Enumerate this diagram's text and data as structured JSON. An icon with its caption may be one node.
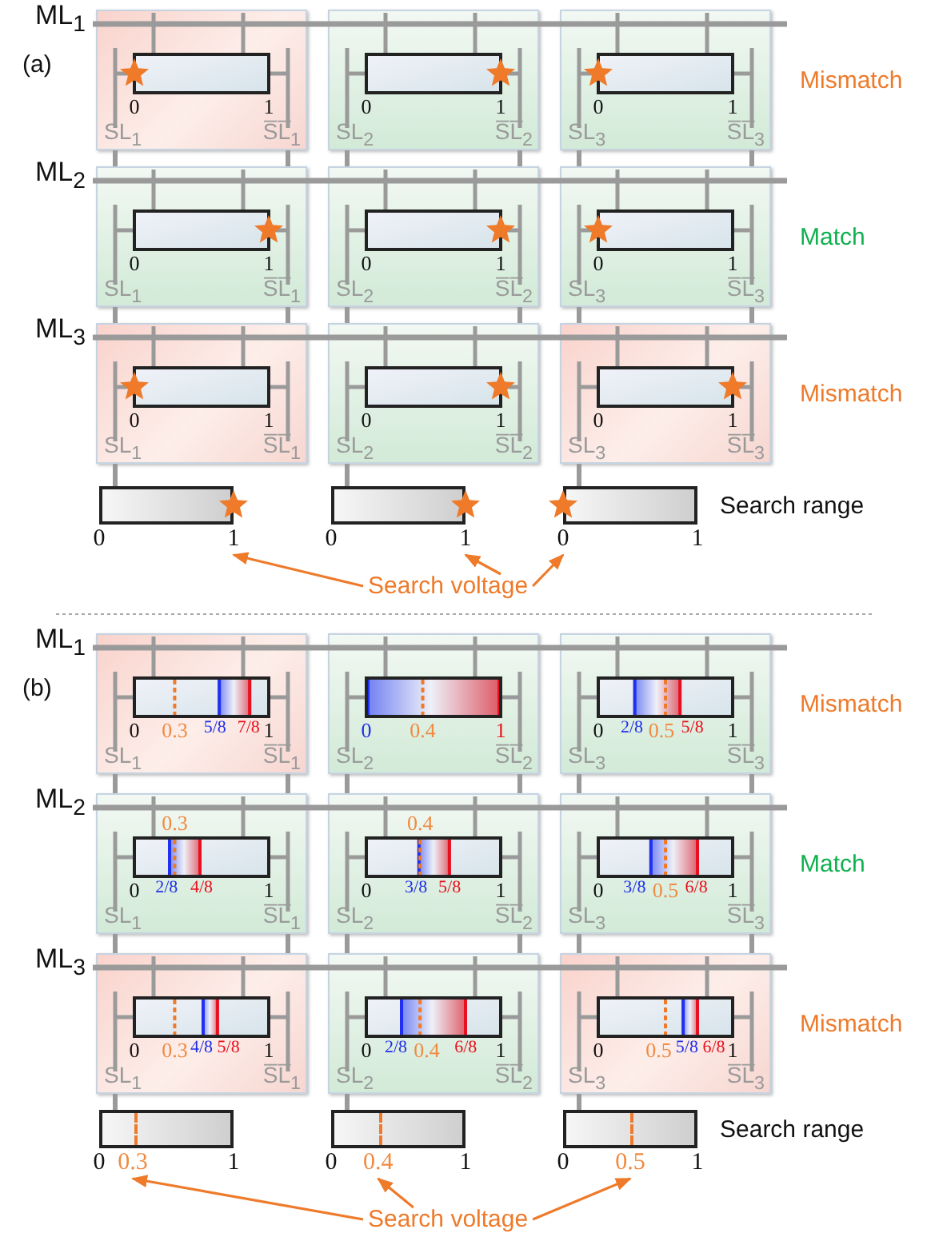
{
  "diagram": {
    "nodes": [
      {
        "text": [
          "0",
          "1",
          "SL$_{1}$",
          "S̅L̅$_{1}$"
        ]
      },
      {
        "text": [
          "0",
          "1",
          "SL$_{2}$",
          "S̅L̅$_{2}$"
        ]
      },
      {
        "text": [
          "0",
          "1",
          "SL$_{3}$",
          "S̅L̅$_{3}$"
        ]
      },
      {
        "text": [
          "0",
          "1",
          "SL$_{1}$",
          "S̅L̅$_{1}$"
        ]
      },
      {
        "text": [
          "0",
          "1",
          "SL$_{2}$",
          "S̅L̅$_{2}$"
        ]
      },
      {
        "text": [
          "0",
          "1",
          "SL$_{3}$",
          "S̅L̅$_{3}$"
        ]
      },
      {
        "text": [
          "0",
          "1",
          "SL$_{1}$",
          "S̅L̅$_{1}$"
        ]
      },
      {
        "text": [
          "0",
          "1",
          "SL$_{2}$",
          "S̅L̅$_{2}$"
        ]
      },
      {
        "text": [
          "0",
          "1",
          "SL$_{3}$",
          "S̅L̅$_{3}$"
        ]
      },
      {
        "text": [
          "0",
          "1"
        ]
      },
      {
        "text": [
          "0",
          "1"
        ]
      },
      {
        "text": [
          "0",
          "1"
        ]
      },
      {
        "text": [
          "Search voltage"
        ]
      },
      {
        "text": [
          "0",
          "0.3",
          "5/8",
          "7/8",
          "1",
          "SL$_{1}$",
          "S̅L̅$_{1}$"
        ]
      },
      {
        "text": [
          "0",
          "0.4",
          "1",
          "SL$_{2}$",
          "S̅L̅$_{2}$"
        ]
      },
      {
        "text": [
          "0",
          "2/8",
          "0.5",
          "5/8",
          "1",
          "SL$_{3}$",
          "S̅L̅$_{3}$"
        ]
      },
      {
        "text": [
          "0.3",
          "0",
          "2/8",
          "4/8",
          "1",
          "SL$_{1}$",
          "S̅L̅$_{1}$"
        ]
      },
      {
        "text": [
          "0.4",
          "0",
          "3/8",
          "5/8",
          "1",
          "SL$_{2}$",
          "S̅L̅$_{2}$"
        ]
      },
      {
        "text": [
          "0",
          "3/8",
          "0.5",
          "6/8",
          "1",
          "SL$_{3}$",
          "S̅L̅$_{3}$"
        ]
      },
      {
        "text": [
          "0",
          "0.3",
          "4/8",
          "5/8",
          "1",
          "SL$_{1}$",
          "S̅L̅$_{1}$"
        ]
      },
      {
        "text": [
          "0",
          "2/8",
          "0.4",
          "6/8",
          "1",
          "SL$_{2}$",
          "S̅L̅$_{2}$"
        ]
      },
      {
        "text": [
          "0",
          "0.5",
          "5/8",
          "6/8",
          "1",
          "SL$_{3}$",
          "S̅L̅$_{3}$"
        ]
      },
      {
        "text": [
          "0",
          "0.3",
          "1"
        ]
      },
      {
        "text": [
          "0",
          "0.4",
          "1"
        ]
      },
      {
        "text": [
          "0",
          "0.5",
          "1"
        ]
      },
      {
        "text": [
          "Search voltage"
        ]
      }
    ],
    "edges": [
      {
        "from": 12,
        "to": 9,
        "arrow": "to",
        "color": "#ee7a2a"
      },
      {
        "from": 12,
        "to": 10,
        "arrow": "to",
        "color": "#ee7a2a"
      },
      {
        "from": 12,
        "to": 11,
        "arrow": "to",
        "color": "#ee7a2a"
      },
      {
        "from": 25,
        "to": 22,
        "arrow": "to",
        "color": "#ee7a2a"
      },
      {
        "from": 25,
        "to": 23,
        "arrow": "to",
        "color": "#ee7a2a"
      },
      {
        "from": 25,
        "to": 24,
        "arrow": "to",
        "color": "#ee7a2a"
      },
      {
        "from": 0,
        "to": 3,
        "arrow": "none"
      },
      {
        "from": 0,
        "to": 3,
        "arrow": "none"
      },
      {
        "from": 3,
        "to": 6,
        "arrow": "none"
      },
      {
        "from": 3,
        "to": 6,
        "arrow": "none"
      },
      {
        "from": 6,
        "to": 9,
        "arrow": "none"
      },
      {
        "from": 1,
        "to": 4,
        "arrow": "none"
      },
      {
        "from": 1,
        "to": 4,
        "arrow": "none"
      },
      {
        "from": 4,
        "to": 7,
        "arrow": "none"
      },
      {
        "from": 4,
        "to": 7,
        "arrow": "none"
      },
      {
        "from": 7,
        "to": 10,
        "arrow": "none"
      },
      {
        "from": 2,
        "to": 5,
        "arrow": "none"
      },
      {
        "from": 2,
        "to": 5,
        "arrow": "none"
      },
      {
        "from": 5,
        "to": 8,
        "arrow": "none"
      },
      {
        "from": 5,
        "to": 8,
        "arrow": "none"
      },
      {
        "from": 8,
        "to": 11,
        "arrow": "none"
      },
      {
        "from": 13,
        "to": 16,
        "arrow": "none"
      },
      {
        "from": 13,
        "to": 16,
        "arrow": "none"
      },
      {
        "from": 16,
        "to": 19,
        "arrow": "none"
      },
      {
        "from": 16,
        "to": 19,
        "arrow": "none"
      },
      {
        "from": 19,
        "to": 22,
        "arrow": "none"
      },
      {
        "from": 14,
        "to": 17,
        "arrow": "none"
      },
      {
        "from": 14,
        "to": 17,
        "arrow": "none"
      },
      {
        "from": 17,
        "to": 20,
        "arrow": "none"
      },
      {
        "from": 17,
        "to": 20,
        "arrow": "none"
      },
      {
        "from": 20,
        "to": 23,
        "arrow": "none"
      },
      {
        "from": 15,
        "to": 18,
        "arrow": "none"
      },
      {
        "from": 15,
        "to": 18,
        "arrow": "none"
      },
      {
        "from": 18,
        "to": 21,
        "arrow": "none"
      },
      {
        "from": 18,
        "to": 21,
        "arrow": "none"
      },
      {
        "from": 21,
        "to": 24,
        "arrow": "none"
      }
    ],
    "labels": [
      "ML$_{1}$",
      "(a)",
      "Mismatch",
      "ML$_{2}$",
      "Match",
      "ML$_{3}$",
      "Mismatch",
      "Search range",
      "ML$_{1}$",
      "(b)",
      "Mismatch",
      "ML$_{2}$",
      "Match",
      "ML$_{3}$",
      "Mismatch",
      "Search range"
    ]
  }
}
